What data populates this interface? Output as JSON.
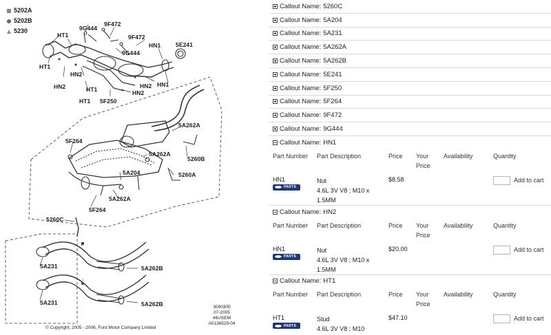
{
  "legend": [
    {
      "symbol": "square-bullet",
      "label": "5202A"
    },
    {
      "symbol": "dot-bullet",
      "label": "5202B"
    },
    {
      "symbol": "triangle-bullet",
      "label": "5230"
    }
  ],
  "diagram": {
    "callout_labels": [
      "9G444",
      "9F472",
      "HT1",
      "9F472",
      "9G444",
      "HN1",
      "5E241",
      "HT1",
      "HN2",
      "HN2",
      "HT1",
      "HN2",
      "HN2",
      "HN1",
      "HT1",
      "5F250",
      "5A262A",
      "5F264",
      "5A262A",
      "5260B",
      "5A204",
      "5260A",
      "5A262A",
      "5F264",
      "5260C",
      "5A231",
      "5A262B",
      "5A231",
      "5A262B"
    ],
    "drawing_id": [
      "3090305",
      "07-2005",
      "46USEM",
      "A0136529-04"
    ],
    "copyright": "© Copyright, 2005 - 2006, Ford Motor Company Limited"
  },
  "callouts": {
    "prefix": "Callout Name:",
    "collapsed": [
      "5260C",
      "5A204",
      "5A231",
      "5A262A",
      "5A262B",
      "5E241",
      "5F250",
      "5F264",
      "9F472",
      "9G444"
    ],
    "table_headers": {
      "part_number": "Part Number",
      "part_description": "Part Description",
      "price": "Price",
      "your_price_1": "Your",
      "your_price_2": "Price",
      "availability": "Availability",
      "quantity": "Quantity"
    },
    "add_to_cart": "Add to cart",
    "badge_text": "PARTS",
    "expanded": [
      {
        "name": "HN1",
        "part_number": "HN1",
        "desc_1": "Nut",
        "desc_2": "4.6L 3V V8 ; M10 x",
        "desc_3": "1.5MM",
        "price": "$8.58"
      },
      {
        "name": "HN2",
        "part_number": "HN1",
        "desc_1": "Nut",
        "desc_2": "4.6L 3V V8 ; M10 x",
        "desc_3": "1.5MM",
        "price": "$20.00"
      },
      {
        "name": "HT1",
        "part_number": "HT1",
        "desc_1": "Stud",
        "desc_2": "4.6L 3V V8 ; M10",
        "desc_3": "",
        "price": "$47.10"
      }
    ]
  },
  "colors": {
    "badge": "#1f3a78",
    "line": "#333333",
    "divider": "#d9d9d9"
  }
}
